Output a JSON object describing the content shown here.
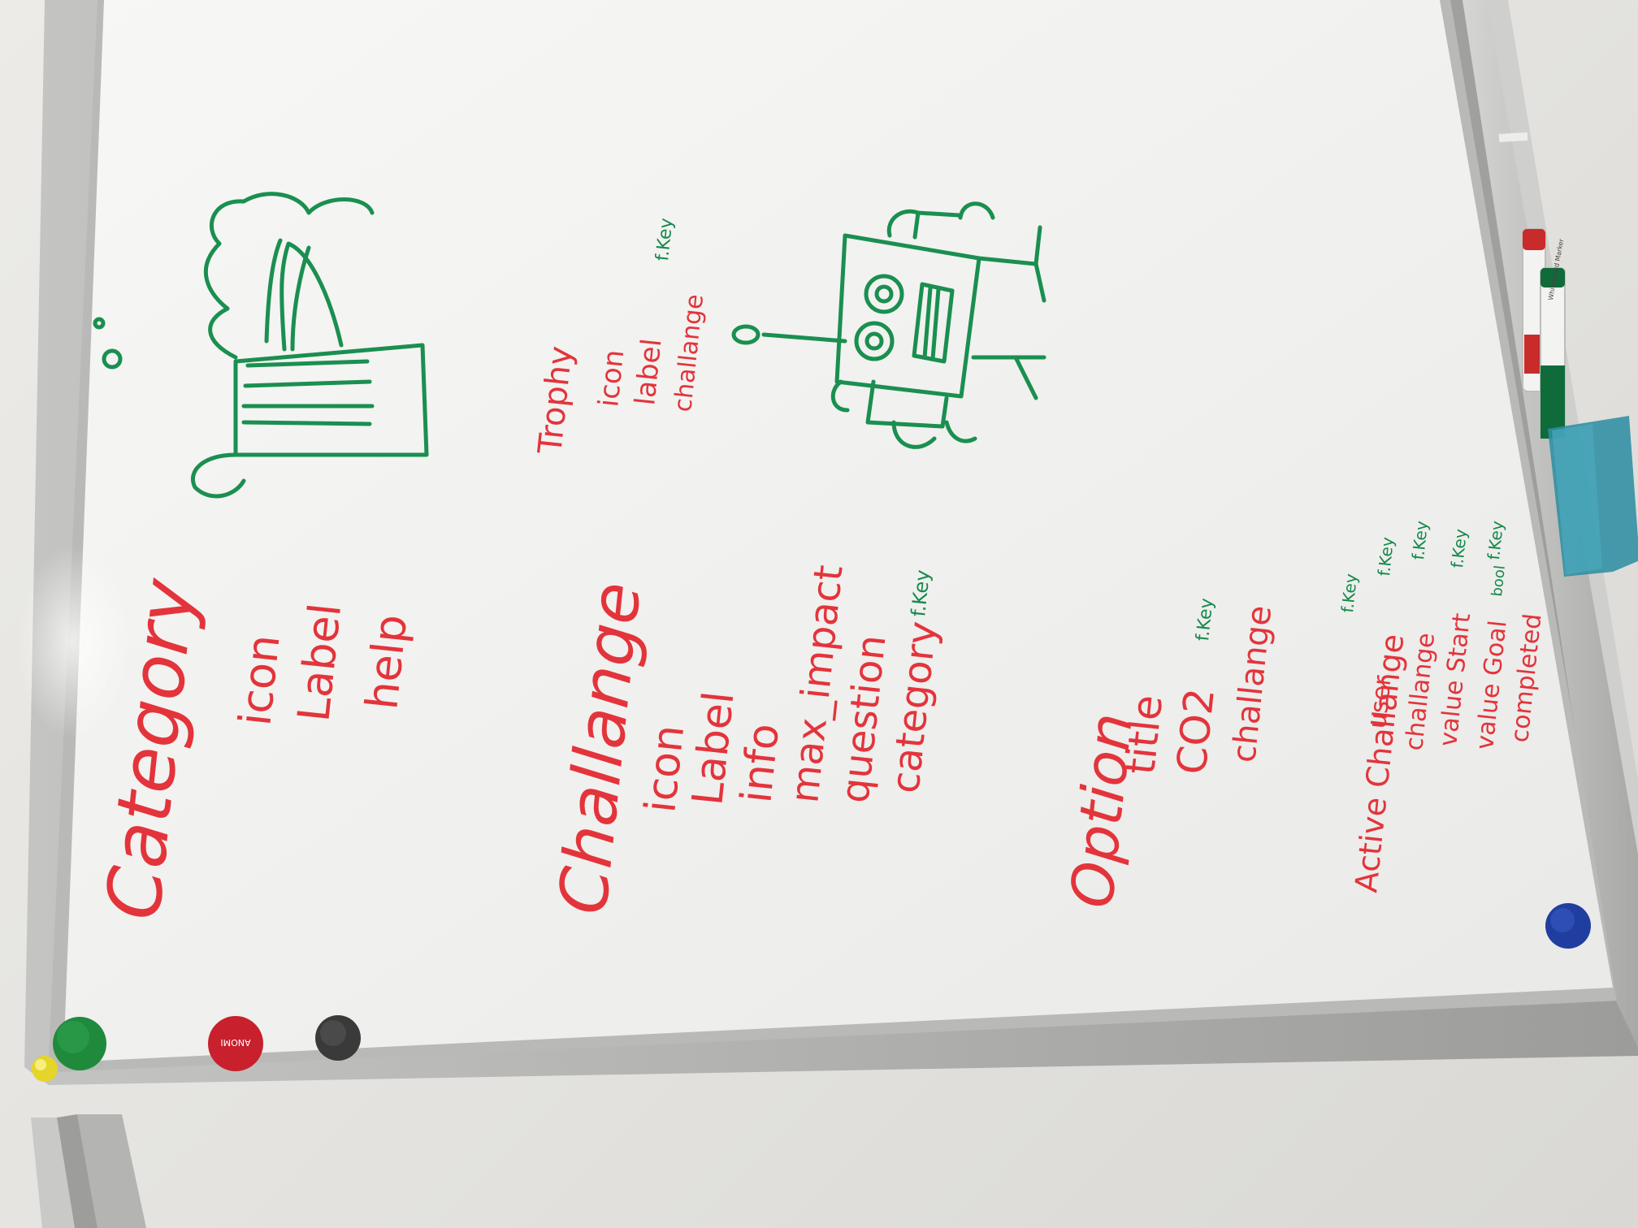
{
  "whiteboard": {
    "sections": {
      "category": {
        "title": "Category",
        "fields": [
          "icon",
          "Label",
          "help"
        ]
      },
      "challenge": {
        "title": "Challange",
        "fields": [
          "icon",
          "Label",
          "info",
          "max_impact",
          "question",
          "category"
        ],
        "fkey_note": "f.Key"
      },
      "trophy": {
        "title": "Trophy",
        "fields": [
          "icon",
          "label",
          "challange"
        ],
        "fkey_note": "f.Key"
      },
      "option": {
        "title": "Option",
        "fields": [
          "title",
          "CO2",
          "challange"
        ],
        "fkey_note": "f.Key"
      },
      "active_challenge": {
        "title": "Active Challange",
        "fields": [
          "user",
          "challange",
          "value Start",
          "value Goal",
          "completed"
        ],
        "fkey_notes": [
          "f.Key",
          "f.Key",
          "f.Key",
          "f.Key",
          "f.Key"
        ],
        "completed_note": "bool"
      }
    },
    "magnets": [
      {
        "name": "green-magnet",
        "color": "#1f8a3c"
      },
      {
        "name": "red-magnet",
        "color": "#c8202c",
        "label": "ANOMI"
      },
      {
        "name": "black-magnet",
        "color": "#3a3a3a"
      },
      {
        "name": "blue-magnet",
        "color": "#1f3ea0"
      },
      {
        "name": "yellow-pin",
        "color": "#e5d52a"
      }
    ],
    "markers": {
      "red_marker_color": "#c92a2a",
      "green_marker_color": "#0f6b3a",
      "marker_brand": "Whiteboard Marker"
    },
    "eraser_color": "#2f8ea2",
    "ink_colors": {
      "red": "#e3343b",
      "green": "#15894b"
    }
  }
}
